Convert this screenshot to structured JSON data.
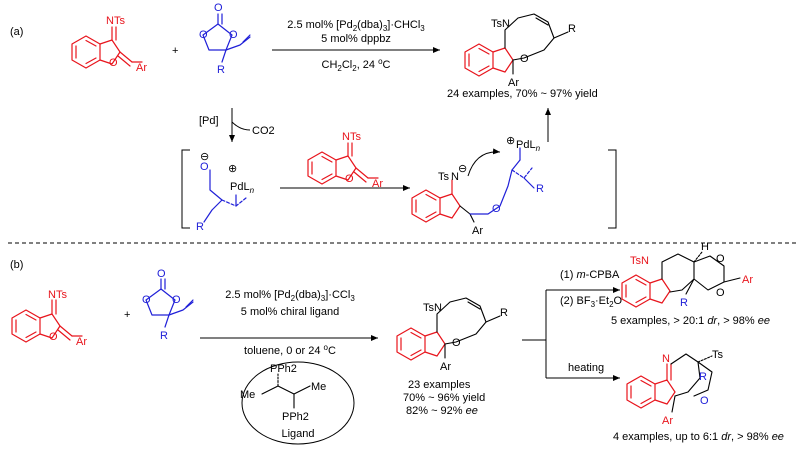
{
  "panel_a": {
    "label": "(a)",
    "reagent_line1": "2.5 mol% [Pd2(dba)3]·CHCl3",
    "reagent_line1_parts": {
      "pre": "2.5 mol% [Pd",
      "sub1": "2",
      "mid": "(dba)",
      "sub2": "3",
      "post": "]·CHCl",
      "sub3": "3"
    },
    "reagent_line2": "5 mol% dppbz",
    "conditions": "CH2Cl2, 24 °C",
    "conditions_parts": {
      "pre": "CH",
      "sub1": "2",
      "mid": "Cl",
      "sub2": "2",
      "post": ", 24 ",
      "deg": "o",
      "unit": "C"
    },
    "result": "24 examples, 70% ~ 97% yield",
    "pd_label": "[Pd]",
    "co2_label": "CO2",
    "plus": "+",
    "labels": {
      "nts": "NTs",
      "ar": "Ar",
      "r": "R",
      "o": "O",
      "tsn": "TsN",
      "ts": "Ts",
      "n": "N",
      "pdl": "PdL",
      "n_sub": "n",
      "plus_charge": "⊕",
      "minus_charge": "⊖"
    }
  },
  "panel_b": {
    "label": "(b)",
    "reagent_line1": "2.5 mol% [Pd2(dba)3]·CCl3",
    "reagent_line1_parts": {
      "pre": "2.5 mol% [Pd",
      "sub1": "2",
      "mid": "(dba)",
      "sub2": "3",
      "post": "]·CCl",
      "sub3": "3"
    },
    "reagent_line2": "5 mol% chiral ligand",
    "conditions": "toluene, 0 or 24 °C",
    "conditions_parts": {
      "pre": "toluene, 0 or 24 ",
      "deg": "o",
      "unit": "C"
    },
    "ligand_label": "Ligand",
    "ligand_pph2": "PPh2",
    "ligand_me": "Me",
    "result_line1": "23 examples",
    "result_line2": "70% ~ 96% yield",
    "result_line3": "82% ~ 92% ee",
    "result_line3_parts": {
      "pre": "82% ~ 92% ",
      "ee": "ee"
    },
    "step1": "(1) m-CPBA",
    "step1_parts": {
      "pre": "(1) ",
      "m": "m",
      "post": "-CPBA"
    },
    "step2": "(2) BF3·Et2O",
    "step2_parts": {
      "pre": "(2) BF",
      "sub1": "3",
      "mid": "·Et",
      "sub2": "2",
      "post": "O"
    },
    "product1_result": "5 examples, > 20:1 dr, > 98% ee",
    "product1_parts": {
      "pre": "5 examples, > 20:1 ",
      "dr": "dr",
      "mid": ", > 98% ",
      "ee": "ee"
    },
    "heating": "heating",
    "product2_result": "4 examples, up to 6:1 dr, > 98% ee",
    "product2_parts": {
      "pre": "4 examples, up to 6:1 ",
      "dr": "dr",
      "mid": ", > 98% ",
      "ee": "ee"
    },
    "plus": "+",
    "labels": {
      "nts": "NTs",
      "ar": "Ar",
      "r": "R",
      "o": "O",
      "tsn": "TsN",
      "ts": "Ts",
      "n": "N",
      "h": "H"
    }
  },
  "colors": {
    "red": "#e8141c",
    "blue": "#2020d8",
    "black": "#000000"
  }
}
